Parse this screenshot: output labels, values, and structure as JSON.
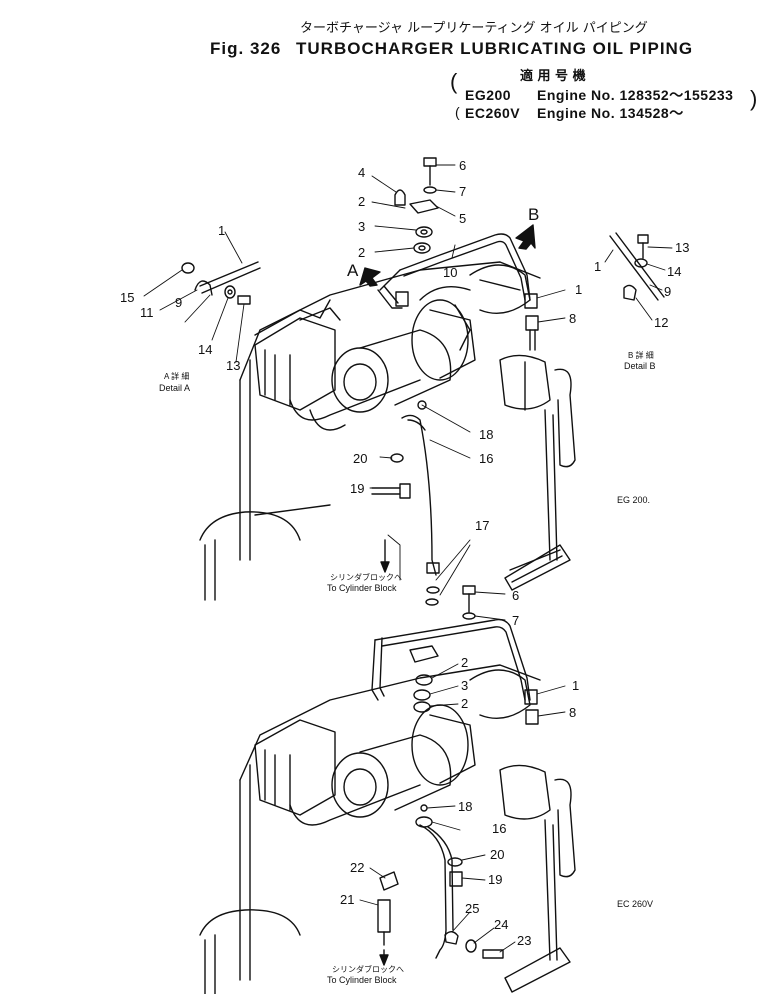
{
  "header": {
    "title_jp": "ターボチャージャ ループリケーティング オイル パイピング",
    "fig_label": "Fig. 326",
    "title_en": "TURBOCHARGER LUBRICATING OIL PIPING",
    "applicability_jp": "適 用 号 機",
    "line1_model": "EG200",
    "line1_engine": "Engine No. 128352～155233",
    "line2_model": "EC260V",
    "line2_engine": "Engine No. 134528～"
  },
  "details": {
    "a_jp": "A 詳 細",
    "a_en": "Detail A",
    "b_jp": "B 詳 細",
    "b_en": "Detail B",
    "arrow_a": "A",
    "arrow_b": "B"
  },
  "views": {
    "top_model": "EG 200.",
    "bottom_model": "EC 260V",
    "to_block_jp_top": "シリンダブロックへ",
    "to_block_en_top": "To Cylinder Block",
    "to_block_jp_bottom": "シリンダブロックへ",
    "to_block_en_bottom": "To Cylinder Block"
  },
  "callouts_top": [
    "1",
    "2",
    "2",
    "3",
    "4",
    "5",
    "6",
    "7",
    "8",
    "9",
    "10",
    "11",
    "1",
    "13",
    "14",
    "15",
    "1",
    "13",
    "14",
    "9",
    "12",
    "16",
    "17",
    "18",
    "19",
    "20",
    "6",
    "7"
  ],
  "callouts_bottom": [
    "1",
    "2",
    "2",
    "3",
    "8",
    "16",
    "18",
    "19",
    "20",
    "21",
    "22",
    "23",
    "24",
    "25"
  ]
}
